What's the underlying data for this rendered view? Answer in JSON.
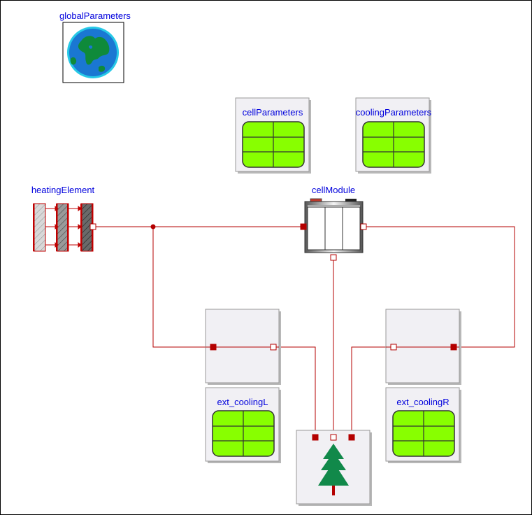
{
  "diagram": {
    "components": {
      "global_parameters": {
        "label": "globalParameters",
        "icon": "globe-icon"
      },
      "cell_parameters": {
        "label": "cellParameters",
        "icon": "parameter-table-icon"
      },
      "cooling_parameters": {
        "label": "coolingParameters",
        "icon": "parameter-table-icon"
      },
      "heating_element": {
        "label": "heatingElement",
        "icon": "heat-layers-icon"
      },
      "cell_module": {
        "label": "cellModule",
        "icon": "battery-module-icon"
      },
      "ext_cooling_l": {
        "label": "ext_coolingL",
        "icon": "parameter-table-icon"
      },
      "ext_cooling_r": {
        "label": "ext_coolingR",
        "icon": "parameter-table-icon"
      },
      "pipe_left": {
        "label": "",
        "icon": "pipe-block-icon"
      },
      "pipe_right": {
        "label": "",
        "icon": "pipe-block-icon"
      },
      "ambient": {
        "label": "",
        "icon": "tree-icon"
      }
    },
    "colors": {
      "label": "#0000dd",
      "wire": "#b40000",
      "table_green": "#88ff00",
      "globe_blue": "#1a77d2",
      "globe_green": "#0f8a3a",
      "tree_green": "#11894a"
    }
  }
}
